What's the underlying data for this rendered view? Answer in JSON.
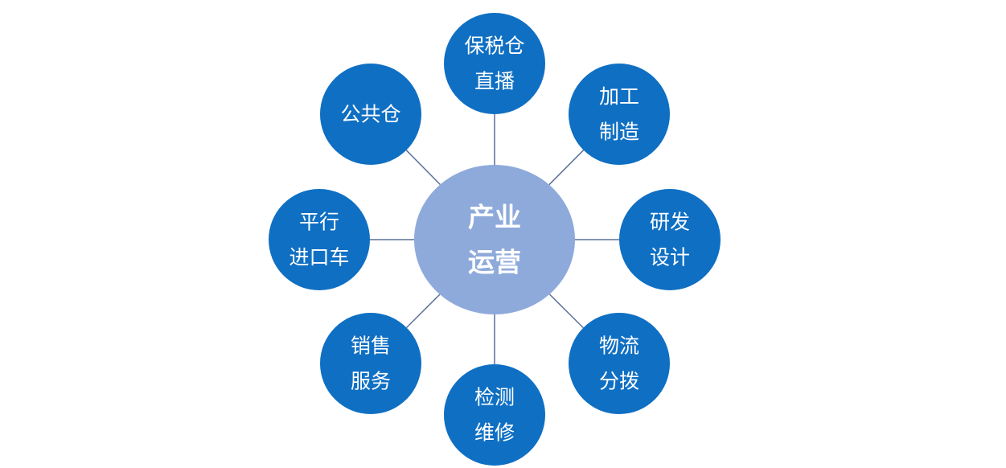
{
  "diagram": {
    "hub": {
      "lines": [
        "产业",
        "运营"
      ]
    },
    "nodes": [
      {
        "id": "bonded-warehouse-live",
        "lines": [
          "保税仓",
          "直播"
        ]
      },
      {
        "id": "processing-manufacturing",
        "lines": [
          "加工",
          "制造"
        ]
      },
      {
        "id": "rd-design",
        "lines": [
          "研发",
          "设计"
        ]
      },
      {
        "id": "logistics-distribution",
        "lines": [
          "物流",
          "分拨"
        ]
      },
      {
        "id": "testing-maintenance",
        "lines": [
          "检测",
          "维修"
        ]
      },
      {
        "id": "sales-service",
        "lines": [
          "销售",
          "服务"
        ]
      },
      {
        "id": "parallel-import-cars",
        "lines": [
          "平行",
          "进口车"
        ]
      },
      {
        "id": "public-warehouse",
        "lines": [
          "公共仓"
        ]
      }
    ]
  }
}
